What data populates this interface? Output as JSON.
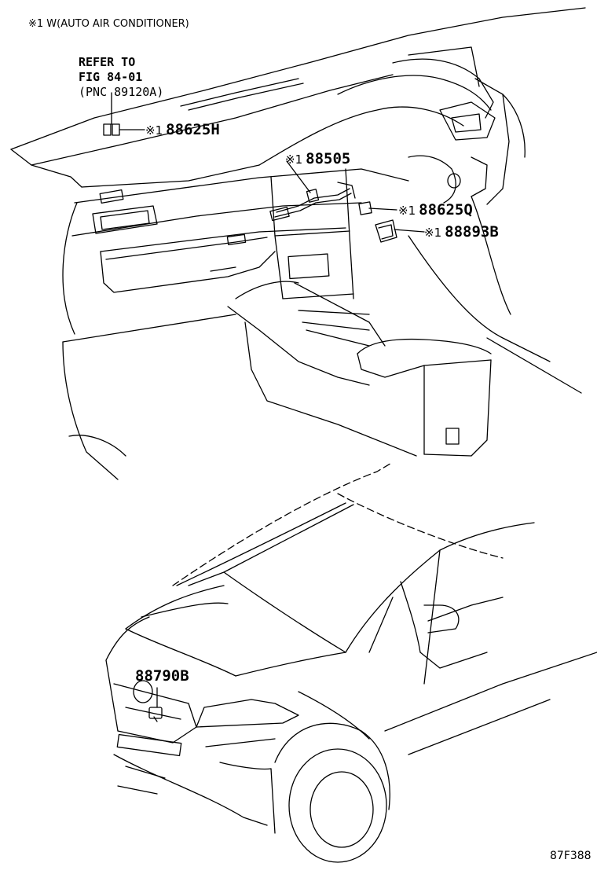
{
  "header_note": "※1 W(AUTO AIR CONDITIONER)",
  "refer": {
    "line1": "REFER TO",
    "line2": "FIG 84-01",
    "line3": "(PNC 89120A)"
  },
  "callouts": [
    {
      "symbol": "※1",
      "part": "88625H"
    },
    {
      "symbol": "※1",
      "part": "88505"
    },
    {
      "symbol": "※1",
      "part": "88625Q"
    },
    {
      "symbol": "※1",
      "part": "88893B"
    },
    {
      "symbol": "",
      "part": "88790B"
    }
  ],
  "figure_code": "87F388"
}
